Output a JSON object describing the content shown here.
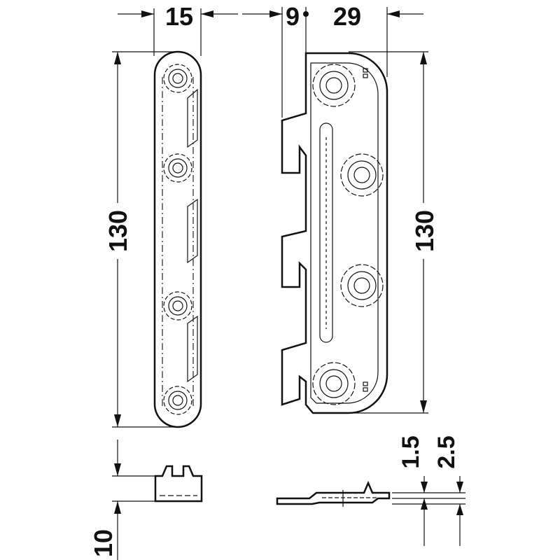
{
  "dimensions": {
    "top_width": "15",
    "top_offset": "9",
    "top_depth": "29",
    "left_height": "130",
    "right_height": "130",
    "side_height": "10",
    "thickness_a": "1.5",
    "thickness_b": "2.5"
  },
  "colors": {
    "line": "#111111",
    "background": "#ffffff"
  }
}
